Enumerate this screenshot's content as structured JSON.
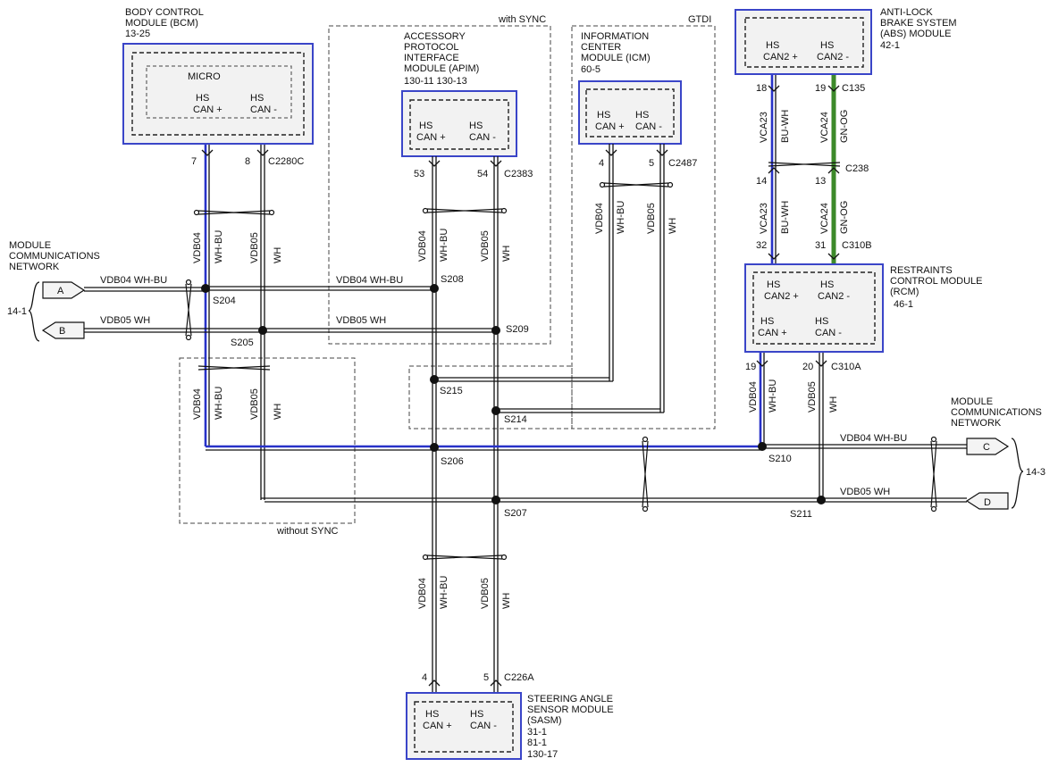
{
  "zones": {
    "with_sync": "with SYNC",
    "gtdi": "GTDI",
    "without_sync": "without SYNC"
  },
  "modules": {
    "bcm": {
      "line1": "BODY CONTROL",
      "line2": "MODULE (BCM)",
      "ref": "13-25",
      "micro": "MICRO",
      "hs1": "HS",
      "can_plus": "CAN +",
      "hs2": "HS",
      "can_minus": "CAN -"
    },
    "apim": {
      "line1": "ACCESSORY",
      "line2": "PROTOCOL",
      "line3": "INTERFACE",
      "line4": "MODULE (APIM)",
      "ref": "130-11  130-13",
      "hs1": "HS",
      "can_plus": "CAN +",
      "hs2": "HS",
      "can_minus": "CAN -"
    },
    "icm": {
      "line1": "INFORMATION",
      "line2": "CENTER",
      "line3": "MODULE (ICM)",
      "ref": "60-5",
      "hs1": "HS",
      "can_plus": "CAN +",
      "hs2": "HS",
      "can_minus": "CAN -"
    },
    "abs": {
      "line1": "ANTI-LOCK",
      "line2": "BRAKE SYSTEM",
      "line3": "(ABS) MODULE",
      "ref": "42-1",
      "hs1": "HS",
      "can_plus": "CAN2 +",
      "hs2": "HS",
      "can_minus": "CAN2 -"
    },
    "rcm": {
      "line1": "RESTRAINTS",
      "line2": "CONTROL MODULE",
      "line3": "(RCM)",
      "ref": "46-1",
      "hs1": "HS",
      "can2_plus": "CAN2 +",
      "hs2": "HS",
      "can2_minus": "CAN2 -",
      "hs3": "HS",
      "can_plus": "CAN +",
      "hs4": "HS",
      "can_minus": "CAN -"
    },
    "sasm": {
      "line1": "STEERING ANGLE",
      "line2": "SENSOR MODULE",
      "line3": "(SASM)",
      "ref1": "31-1",
      "ref2": "81-1",
      "ref3": "130-17",
      "hs1": "HS",
      "can_plus": "CAN +",
      "hs2": "HS",
      "can_minus": "CAN -"
    }
  },
  "network_left": {
    "line1": "MODULE",
    "line2": "COMMUNICATIONS",
    "line3": "NETWORK",
    "ref": "14-1",
    "a": "A",
    "b": "B",
    "a_label": "VDB04  WH-BU",
    "b_label": "VDB05  WH"
  },
  "network_right": {
    "line1": "MODULE",
    "line2": "COMMUNICATIONS",
    "line3": "NETWORK",
    "ref": "14-3",
    "c": "C",
    "d": "D",
    "c_label": "VDB04  WH-BU",
    "d_label": "VDB05  WH"
  },
  "trunk_labels": {
    "vdb04_top": "VDB04  WH-BU",
    "vdb05_top": "VDB05  WH"
  },
  "pins": {
    "bcm_plus": "7",
    "bcm_minus": "8",
    "bcm_conn": "C2280C",
    "apim_plus": "53",
    "apim_minus": "54",
    "apim_conn": "C2383",
    "icm_plus": "4",
    "icm_minus": "5",
    "icm_conn": "C2487",
    "abs_plus": "18",
    "abs_minus": "19",
    "abs_conn": "C135",
    "c238_plus": "14",
    "c238_minus": "13",
    "c238_conn": "C238",
    "c310b_plus": "32",
    "c310b_minus": "31",
    "c310b_conn": "C310B",
    "rcm_plus": "19",
    "rcm_minus": "20",
    "rcm_conn": "C310A",
    "sasm_plus": "4",
    "sasm_minus": "5",
    "sasm_conn": "C226A"
  },
  "wire_labels": {
    "vdb04": "VDB04",
    "wh_bu": "WH-BU",
    "vdb05": "VDB05",
    "wh": "WH",
    "vca23": "VCA23",
    "bu_wh": "BU-WH",
    "vca24": "VCA24",
    "gn_og": "GN-OG"
  },
  "splices": {
    "s204": "S204",
    "s205": "S205",
    "s206": "S206",
    "s207": "S207",
    "s208": "S208",
    "s209": "S209",
    "s210": "S210",
    "s211": "S211",
    "s214": "S214",
    "s215": "S215"
  }
}
